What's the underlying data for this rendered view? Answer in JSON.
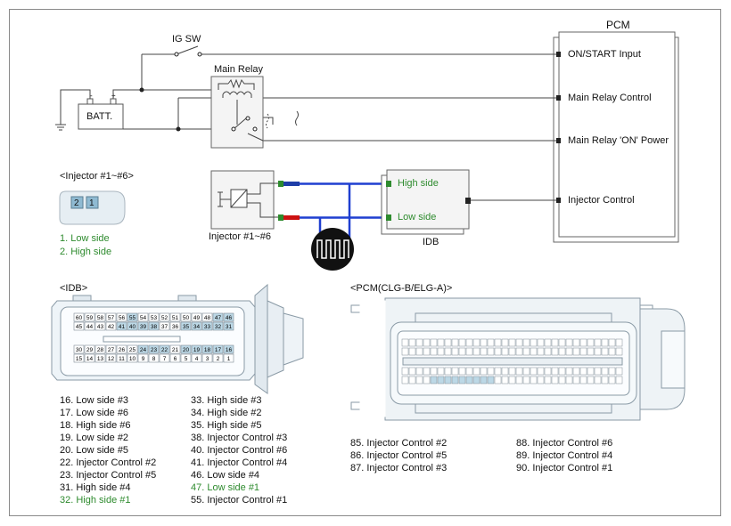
{
  "schematic": {
    "pcm_title": "PCM",
    "pcm_pins": [
      "ON/START Input",
      "Main Relay Control",
      "Main Relay 'ON' Power",
      "Injector Control"
    ],
    "ig_sw": "IG SW",
    "main_relay": "Main Relay",
    "batt": "BATT.",
    "idb_title": "IDB",
    "idb_pins": [
      "High side",
      "Low side"
    ],
    "injector_label": "Injector #1~#6"
  },
  "injector_connector": {
    "title": "<Injector #1~#6>",
    "pins": [
      "2",
      "1"
    ],
    "legend": [
      "1. Low side",
      "2. High side"
    ]
  },
  "idb_connector": {
    "title": "<IDB>",
    "rows": [
      [
        "60",
        "59",
        "58",
        "57",
        "56",
        "55",
        "54",
        "53",
        "52",
        "51",
        "50",
        "49",
        "48",
        "47",
        "46"
      ],
      [
        "45",
        "44",
        "43",
        "42",
        "41",
        "40",
        "39",
        "38",
        "37",
        "36",
        "35",
        "34",
        "33",
        "32",
        "31"
      ],
      [
        "30",
        "29",
        "28",
        "27",
        "26",
        "25",
        "24",
        "23",
        "22",
        "21",
        "20",
        "19",
        "18",
        "17",
        "16"
      ],
      [
        "15",
        "14",
        "13",
        "12",
        "11",
        "10",
        "9",
        "8",
        "7",
        "6",
        "5",
        "4",
        "3",
        "2",
        "1"
      ]
    ],
    "legend_left": [
      "16. Low side #3",
      "17. Low side #6",
      "18. High side #6",
      "19. Low side #2",
      "20. Low side #5",
      "22. Injector Control #2",
      "23. Injector Control #5",
      "31. High side #4",
      "32. High side #1"
    ],
    "legend_right": [
      "33. High side #3",
      "34. High side #2",
      "35. High side #5",
      "38. Injector Control #3",
      "40. Injector Control #6",
      "41. Injector Control #4",
      "46. Low side #4",
      "47. Low side #1",
      "55. Injector Control #1"
    ]
  },
  "pcm_connector": {
    "title": "<PCM(CLG-B/ELG-A)>",
    "legend_col1": [
      "85. Injector Control #2",
      "86. Injector Control #5",
      "87. Injector Control #3"
    ],
    "legend_col2": [
      "88. Injector Control #6",
      "89. Injector Control #4",
      "90. Injector Control #1"
    ]
  }
}
